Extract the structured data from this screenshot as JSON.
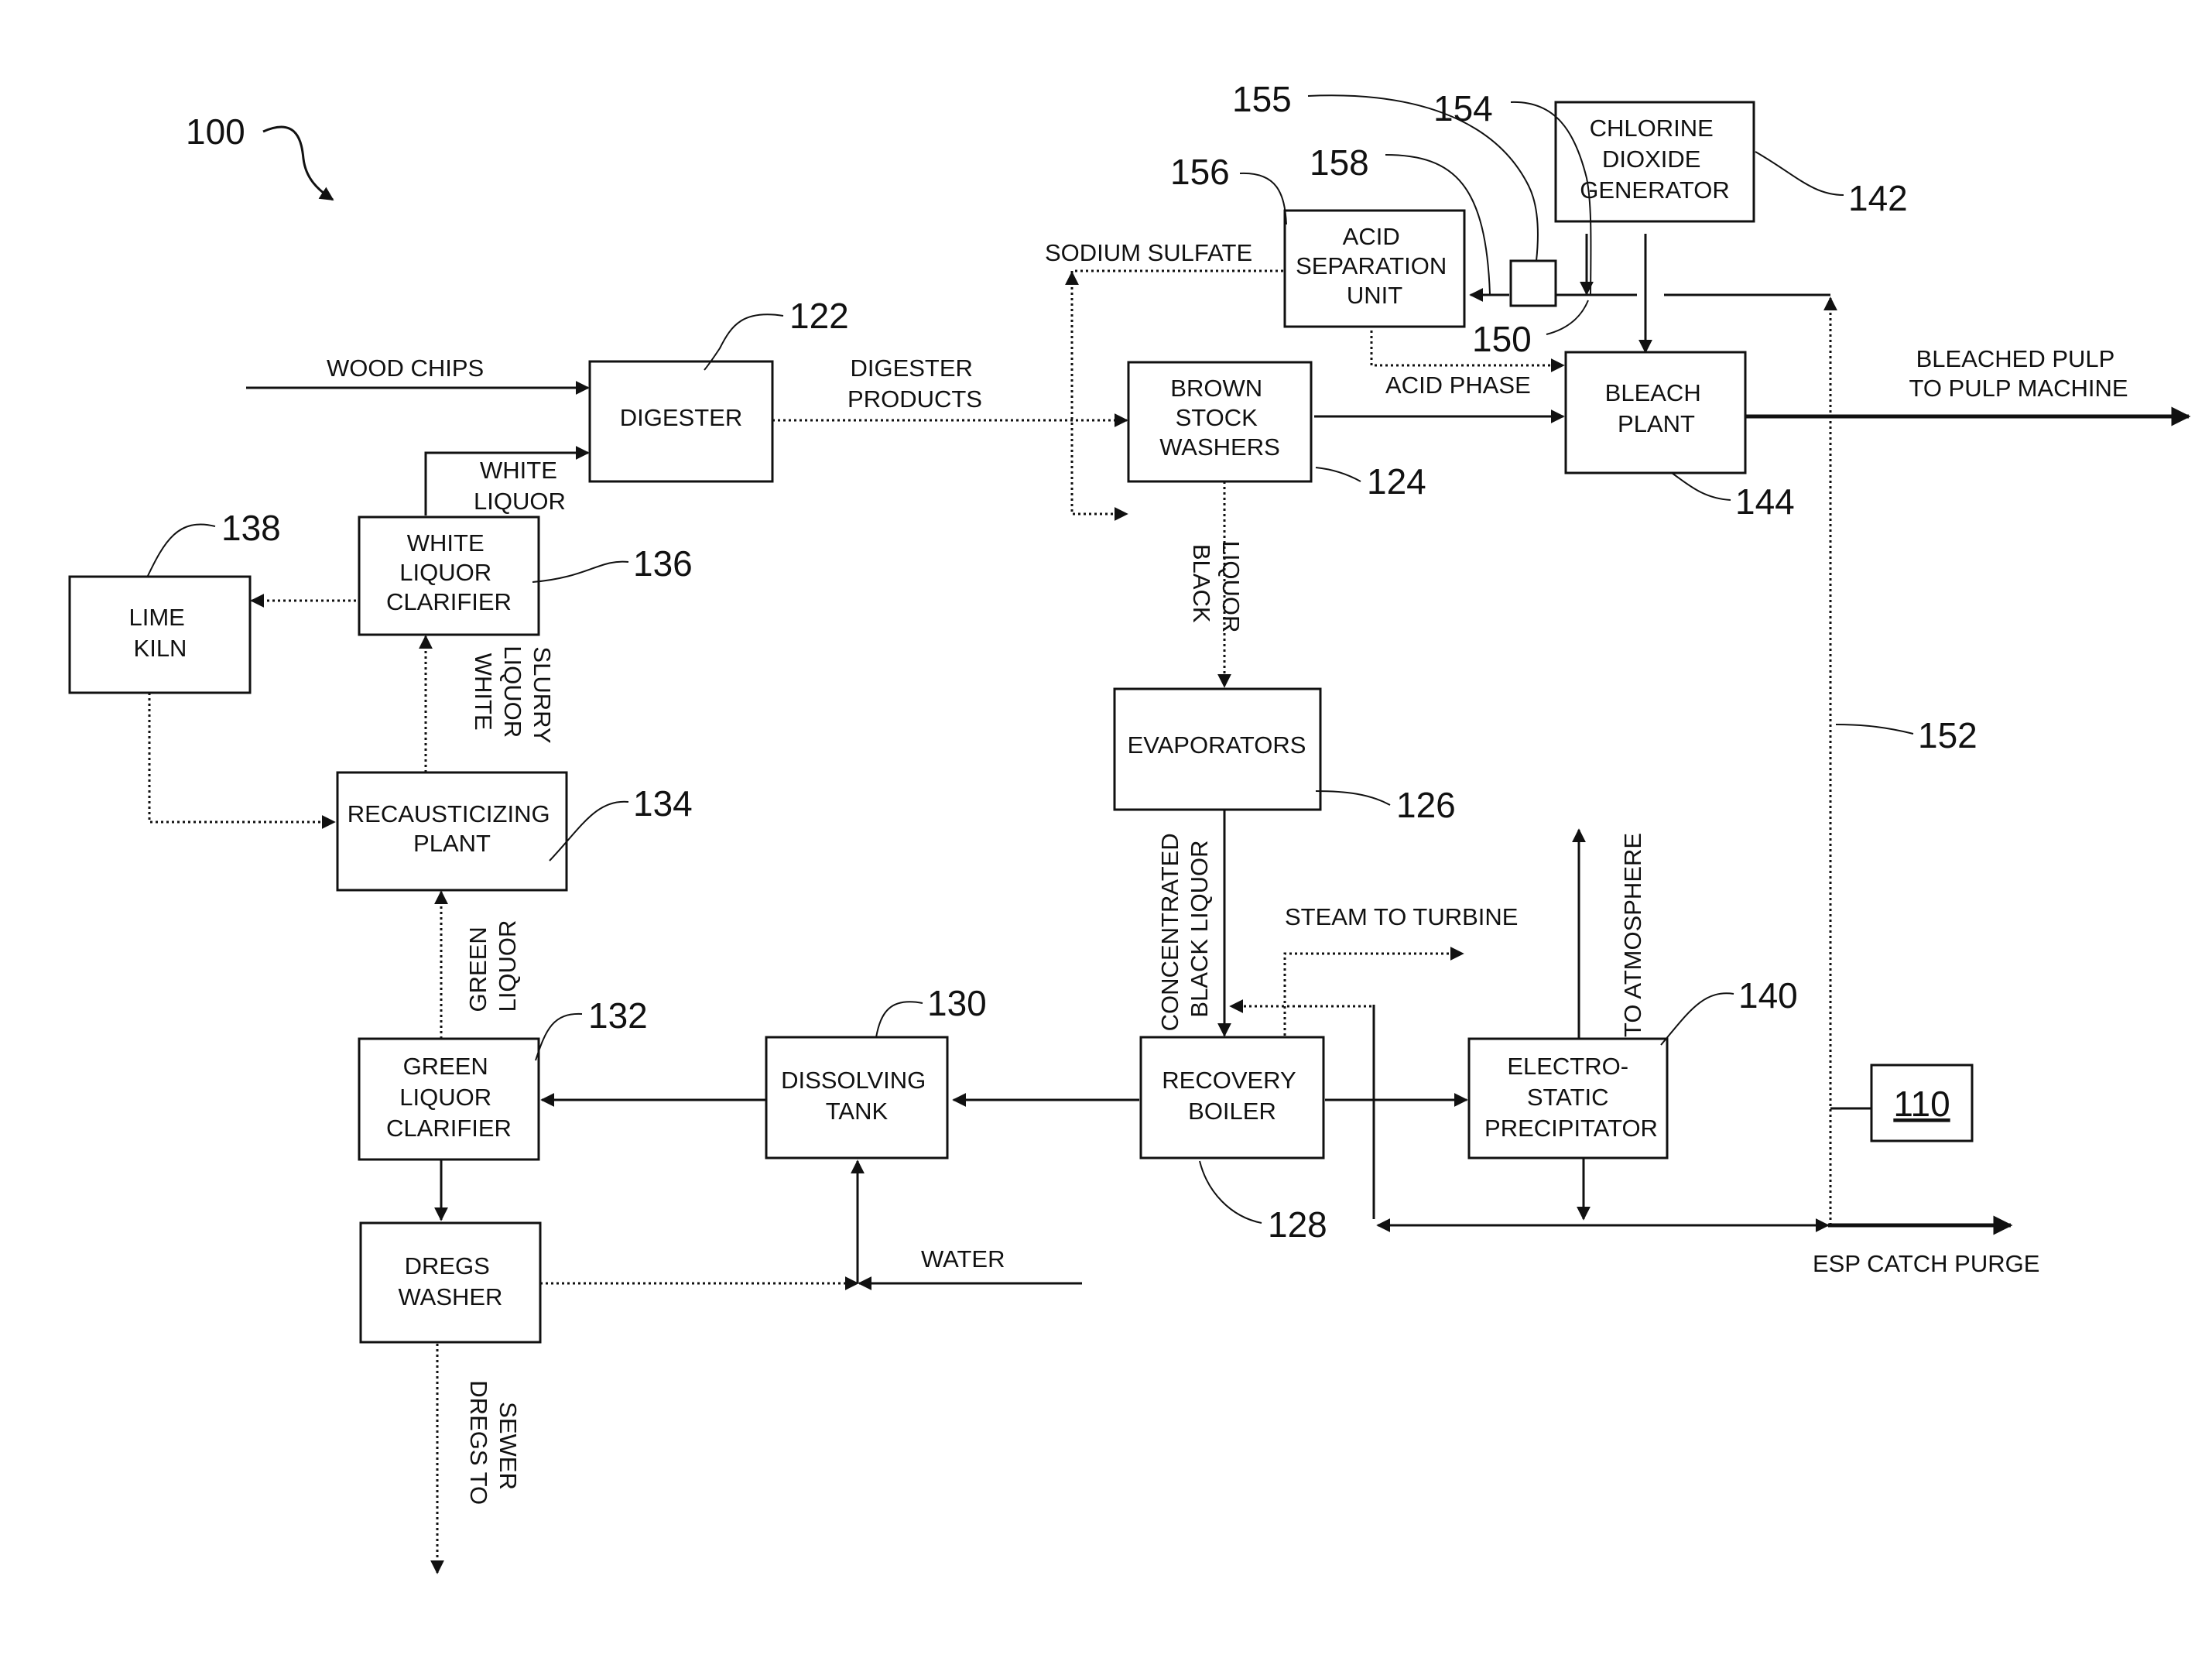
{
  "diagram": {
    "figure_ref": "100",
    "blocks": {
      "digester": {
        "lines": [
          "DIGESTER"
        ],
        "ref": "122"
      },
      "brown_stock_washers": {
        "lines": [
          "BROWN",
          "STOCK",
          "WASHERS"
        ],
        "ref": "124"
      },
      "evaporators": {
        "lines": [
          "EVAPORATORS"
        ],
        "ref": "126"
      },
      "recovery_boiler": {
        "lines": [
          "RECOVERY",
          "BOILER"
        ],
        "ref": "128"
      },
      "dissolving_tank": {
        "lines": [
          "DISSOLVING",
          "TANK"
        ],
        "ref": "130"
      },
      "green_liquor_clarifier": {
        "lines": [
          "GREEN",
          "LIQUOR",
          "CLARIFIER"
        ],
        "ref": "132"
      },
      "recausticizing_plant": {
        "lines": [
          "RECAUSTICIZING",
          "PLANT"
        ],
        "ref": "134"
      },
      "white_liquor_clarifier": {
        "lines": [
          "WHITE",
          "LIQUOR",
          "CLARIFIER"
        ],
        "ref": "136"
      },
      "lime_kiln": {
        "lines": [
          "LIME",
          "KILN"
        ],
        "ref": "138"
      },
      "electrostatic_precipitator": {
        "lines": [
          "ELECTRO-",
          "STATIC",
          "PRECIPITATOR"
        ],
        "ref": "140"
      },
      "chlorine_dioxide_generator": {
        "lines": [
          "CHLORINE",
          "DIOXIDE",
          "GENERATOR"
        ],
        "ref": "142"
      },
      "bleach_plant": {
        "lines": [
          "BLEACH",
          "PLANT"
        ],
        "ref": "144"
      },
      "acid_separation_unit": {
        "lines": [
          "ACID",
          "SEPARATION",
          "UNIT"
        ],
        "ref": "156"
      },
      "dregs_washer": {
        "lines": [
          "DREGS",
          "WASHER"
        ],
        "ref": ""
      },
      "box_110": {
        "lines": [
          "110"
        ],
        "ref": ""
      }
    },
    "flows": {
      "wood_chips": [
        "WOOD CHIPS"
      ],
      "digester_products": [
        "DIGESTER",
        "PRODUCTS"
      ],
      "white_liquor": [
        "WHITE",
        "LIQUOR"
      ],
      "white_liquor_slurry": [
        "WHITE",
        "LIQUOR",
        "SLURRY"
      ],
      "green_liquor": [
        "GREEN",
        "LIQUOR"
      ],
      "black_liquor": [
        "BLACK",
        "LIQUOR"
      ],
      "concentrated_black_liquor": [
        "CONCENTRATED",
        "BLACK LIQUOR"
      ],
      "steam_to_turbine": [
        "STEAM TO TURBINE"
      ],
      "to_atmosphere": [
        "TO ATMOSPHERE"
      ],
      "sodium_sulfate": [
        "SODIUM SULFATE"
      ],
      "acid_phase": [
        "ACID PHASE"
      ],
      "bleached_pulp": [
        "BLEACHED PULP",
        "TO PULP MACHINE"
      ],
      "water": [
        "WATER"
      ],
      "dregs_to_sewer": [
        "DREGS TO",
        "SEWER"
      ],
      "esp_catch_purge": [
        "ESP CATCH PURGE"
      ]
    },
    "refs": {
      "r150": "150",
      "r152": "152",
      "r154": "154",
      "r155": "155",
      "r158": "158"
    }
  }
}
